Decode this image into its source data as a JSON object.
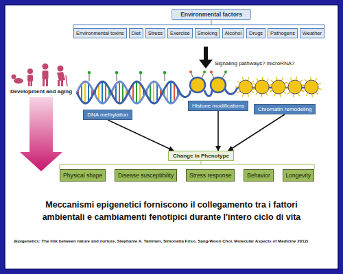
{
  "diagram": {
    "caption": "Meccanismi epigenetici forniscono il collegamento tra i fattori ambientali e cambiamenti fenotipici durante l'intero ciclo di vita",
    "nodes": [
      {
        "text": [
          "Environmental factors"
        ]
      },
      {
        "text": [
          "Environmental toxins"
        ]
      },
      {
        "text": [
          "Diet"
        ]
      },
      {
        "text": [
          "Stress"
        ]
      },
      {
        "text": [
          "Exercise"
        ]
      },
      {
        "text": [
          "Smoking"
        ]
      },
      {
        "text": [
          "Alcohol"
        ]
      },
      {
        "text": [
          "Drugs"
        ]
      },
      {
        "text": [
          "Pathogens"
        ]
      },
      {
        "text": [
          "Weather"
        ]
      },
      {
        "text": [
          "DNA methylation"
        ]
      },
      {
        "text": [
          "Histone modifications"
        ]
      },
      {
        "text": [
          "Chromatin remodeling"
        ]
      },
      {
        "text": [
          "Change in Phenotype"
        ]
      },
      {
        "text": [
          "Physical shape"
        ]
      },
      {
        "text": [
          "Disease susceptibility"
        ]
      },
      {
        "text": [
          "Stress response"
        ]
      },
      {
        "text": [
          "Behavior"
        ]
      },
      {
        "text": [
          "Longevity"
        ]
      }
    ],
    "edges": [
      {
        "from": 10,
        "to": 13,
        "arrow": "to"
      },
      {
        "from": 11,
        "to": 13,
        "arrow": "to"
      },
      {
        "from": 12,
        "to": 13,
        "arrow": "to"
      }
    ],
    "labels": [
      "Signaling pathways? microRNA?",
      "Development and aging",
      "(Epigenetics: The link between nature and nurture, Stephanie A. Tammen, Simonetta Friso, Sang-Woon Choi, Molecular Aspects of Medicine 2012)"
    ]
  }
}
